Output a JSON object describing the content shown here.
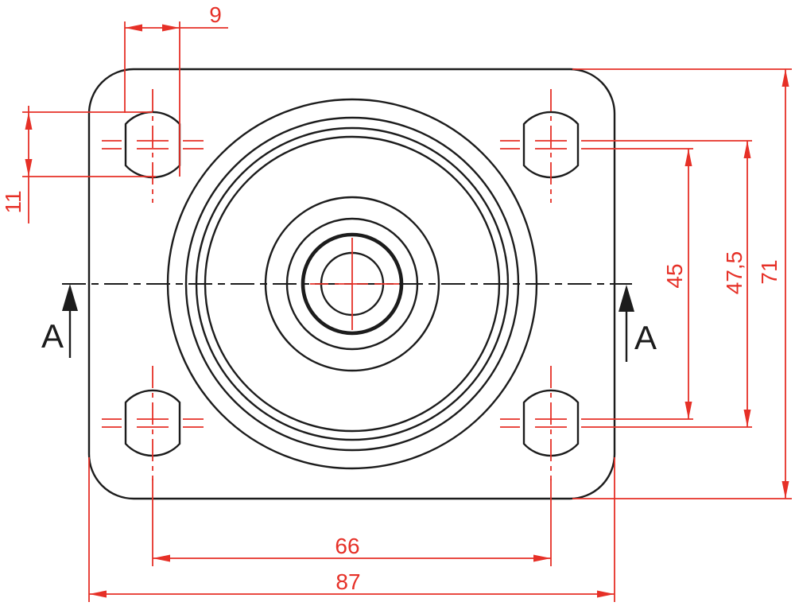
{
  "drawing": {
    "kind": "technical-drawing",
    "subject": "caster-top-plate-top-view",
    "colors": {
      "background": "#ffffff",
      "line": "#1c1c1c",
      "dimension": "#e63027"
    },
    "dims": {
      "slot_width": {
        "value": "9"
      },
      "slot_height": {
        "value": "11"
      },
      "hole_spacing_45": {
        "value": "45"
      },
      "hole_spacing_475": {
        "value": "47,5"
      },
      "plate_height": {
        "value": "71"
      },
      "hole_spacing_66": {
        "value": "66"
      },
      "plate_width": {
        "value": "87"
      }
    },
    "section": {
      "left_label": "A",
      "right_label": "A"
    }
  }
}
